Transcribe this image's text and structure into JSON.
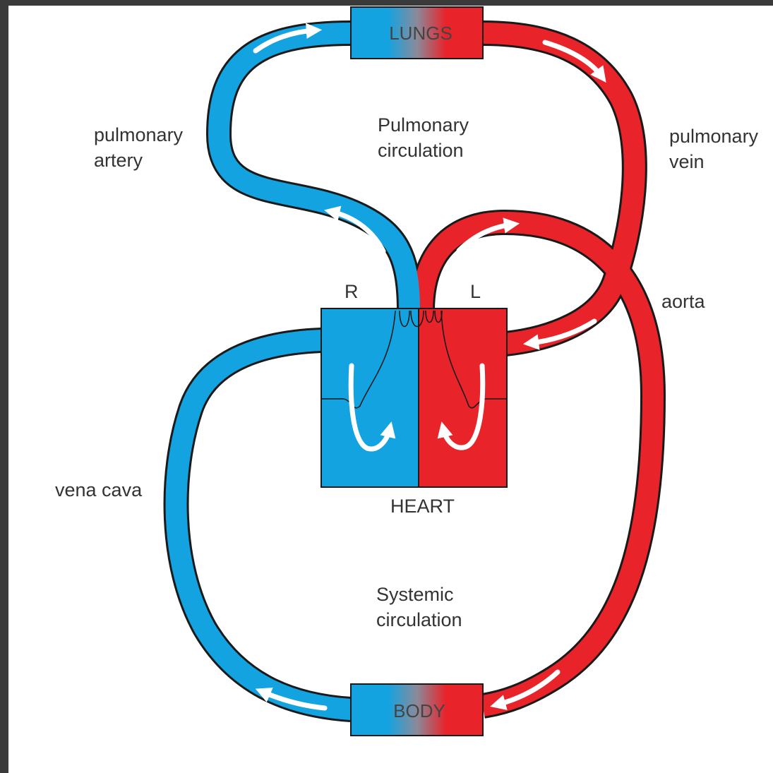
{
  "labels": {
    "lungs": "LUNGS",
    "body": "BODY",
    "heart": "HEART",
    "right": "R",
    "left": "L",
    "pulmonary_artery": [
      "pulmonary",
      "artery"
    ],
    "pulmonary_vein": [
      "pulmonary",
      "vein"
    ],
    "aorta": "aorta",
    "vena_cava": "vena cava",
    "pulmonary_circulation": [
      "Pulmonary",
      "circulation"
    ],
    "systemic_circulation": [
      "Systemic",
      "circulation"
    ]
  },
  "colors": {
    "deoxygenated": "#13a3e0",
    "oxygenated": "#e8232a",
    "outline": "#1a1a1a",
    "arrow": "#ffffff"
  }
}
